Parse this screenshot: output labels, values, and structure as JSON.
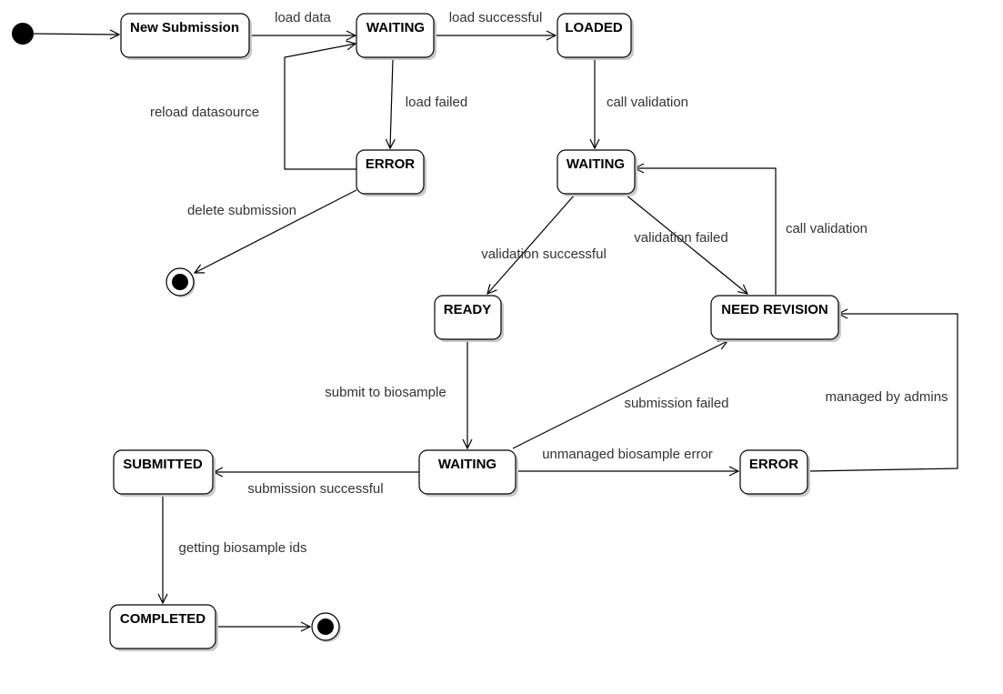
{
  "states": {
    "new_submission": "New Submission",
    "waiting_load": "WAITING",
    "loaded": "LOADED",
    "error_load": "ERROR",
    "waiting_validation": "WAITING",
    "ready": "READY",
    "need_revision": "NEED REVISION",
    "waiting_submit": "WAITING",
    "error_submit": "ERROR",
    "submitted": "SUBMITTED",
    "completed": "COMPLETED"
  },
  "transitions": {
    "load_data": "load data",
    "load_successful": "load successful",
    "load_failed": "load failed",
    "reload_datasource": "reload datasource",
    "delete_submission": "delete submission",
    "call_validation_loaded": "call validation",
    "validation_successful": "validation successful",
    "validation_failed": "validation failed",
    "call_validation_revision": "call validation",
    "submit_to_biosample": "submit to biosample",
    "submission_failed": "submission failed",
    "managed_by_admins": "managed by admins",
    "unmanaged_biosample_error": "unmanaged biosample error",
    "submission_successful": "submission successful",
    "getting_biosample_ids": "getting biosample ids"
  }
}
